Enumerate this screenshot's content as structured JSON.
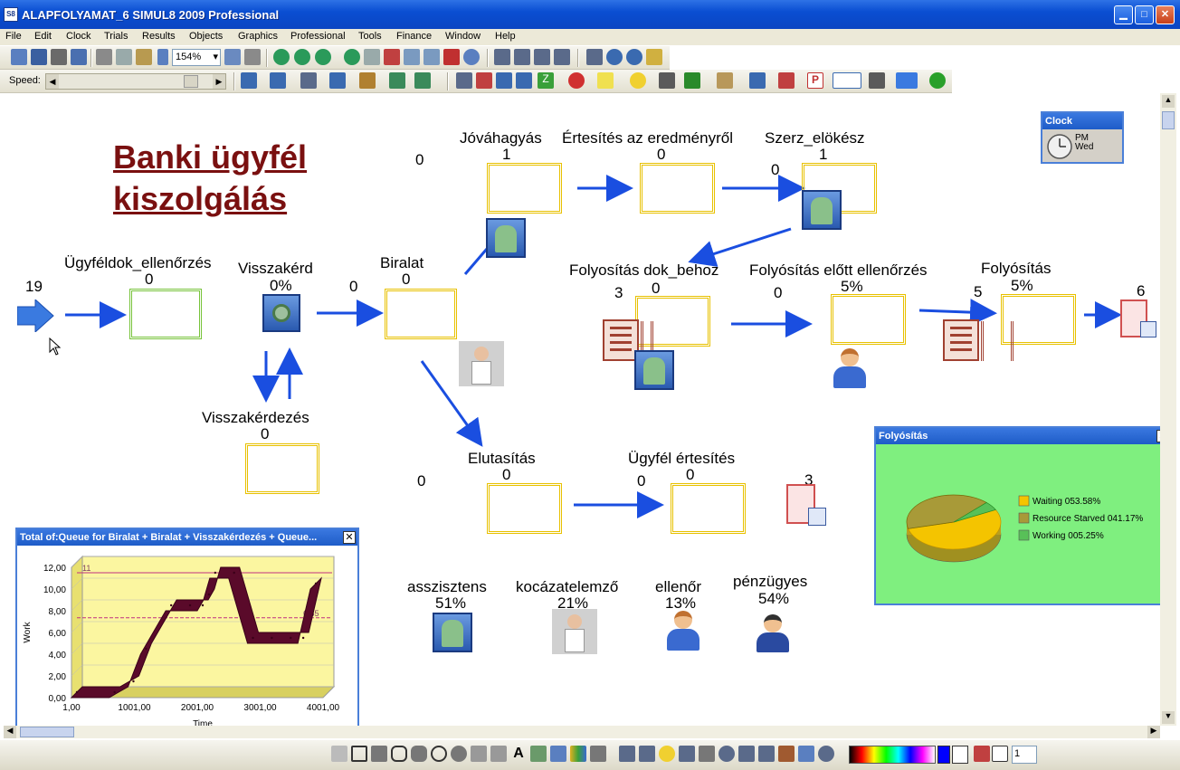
{
  "window": {
    "title": "ALAPFOLYAMAT_6   SIMUL8 2009 Professional",
    "app_icon": "S8"
  },
  "menu": [
    "File",
    "Edit",
    "Clock",
    "Trials",
    "Results",
    "Objects",
    "Graphics",
    "Professional",
    "Tools",
    "Finance",
    "Window",
    "Help"
  ],
  "toolbar": {
    "zoom": "154%",
    "speed_label": "Speed:"
  },
  "canvas": {
    "title_line1": "Banki ügyfél",
    "title_line2": "kiszolgálás",
    "entry": {
      "count": "19"
    },
    "nodes": [
      {
        "id": "ugyfeldok",
        "label": "Ügyféldok_ellenőrzés",
        "value": "0"
      },
      {
        "id": "visszakerd",
        "label": "Visszakérd",
        "value": "0%"
      },
      {
        "id": "biralat",
        "label": "Biralat",
        "value": "0",
        "queue": "0"
      },
      {
        "id": "visszakerdezes",
        "label": "Visszakérdezés",
        "value": "0"
      },
      {
        "id": "jovahagyas",
        "label": "Jóváhagyás",
        "value": "1",
        "queue": "0"
      },
      {
        "id": "ertesites",
        "label": "Értesítés az eredményről",
        "value": "0"
      },
      {
        "id": "szerz",
        "label": "Szerz_elökész",
        "value": "1",
        "queue": "0"
      },
      {
        "id": "folyositas_dok",
        "label": "Folyosítás dok_behoz",
        "value": "0",
        "queue": "3"
      },
      {
        "id": "folyositas_ell",
        "label": "Folyósítás előtt ellenőrzés",
        "value": "5%",
        "queue": "0"
      },
      {
        "id": "folyositas",
        "label": "Folyósítás",
        "value": "5%",
        "queue": "5"
      },
      {
        "id": "elutasitas",
        "label": "Elutasítás",
        "value": "0",
        "queue": "0"
      },
      {
        "id": "ugyfel_ert",
        "label": "Ügyfél értesítés",
        "value": "0",
        "queue": "0"
      }
    ],
    "exit_main": "6",
    "exit_reject": "3",
    "resources": [
      {
        "name": "asszisztens",
        "util": "51%"
      },
      {
        "name": "kocázatelemző",
        "util": "21%"
      },
      {
        "name": "ellenőr",
        "util": "13%"
      },
      {
        "name": "pénzügyes",
        "util": "54%"
      }
    ]
  },
  "clock_window": {
    "title": "Clock",
    "ampm": "PM",
    "day": "Wed"
  },
  "pie_window": {
    "title": "Folyósítás",
    "chart_data": {
      "type": "pie",
      "slices": [
        {
          "label": "Waiting 053.58%",
          "value": 53.58,
          "color": "#f4c400"
        },
        {
          "label": "Resource Starved 041.17%",
          "value": 41.17,
          "color": "#a89a38"
        },
        {
          "label": "Working 005.25%",
          "value": 5.25,
          "color": "#58c058"
        }
      ],
      "legend": "right"
    }
  },
  "line_window": {
    "title": "Total of:Queue for Biralat + Biralat + Visszakérdezés + Queue...",
    "chart_data": {
      "type": "line",
      "xlabel": "Time",
      "ylabel": "Work",
      "xticks": [
        "1,00",
        "1001,00",
        "2001,00",
        "3001,00",
        "4001,00"
      ],
      "yticks": [
        "0,00",
        "2,00",
        "4,00",
        "6,00",
        "8,00",
        "10,00",
        "12,00"
      ],
      "xlim": [
        1,
        4001
      ],
      "ylim": [
        0,
        12
      ],
      "ref_lines": [
        {
          "y": 11,
          "label": "11"
        },
        {
          "y": 6.85,
          "label": "6,85"
        }
      ],
      "x": [
        1,
        600,
        900,
        1100,
        1500,
        1800,
        2001,
        2100,
        2200,
        2500,
        2800,
        3100,
        3400,
        3600,
        3800
      ],
      "y": [
        0,
        0,
        1,
        4,
        8,
        8,
        8,
        9,
        11,
        11,
        5,
        5,
        5,
        5,
        10
      ]
    }
  }
}
